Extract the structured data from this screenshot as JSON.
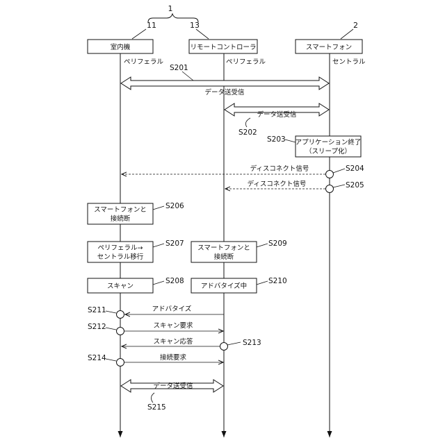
{
  "system_ref": "1",
  "devices": [
    {
      "ref": "11",
      "name": "室内機",
      "role": "ペリフェラル"
    },
    {
      "ref": "13",
      "name": "リモートコントローラ",
      "role": "ペリフェラル"
    },
    {
      "ref": "2",
      "name": "スマートフォン",
      "role": "セントラル"
    }
  ],
  "messages": {
    "s201": {
      "step": "S201",
      "label": "データ送受信"
    },
    "s202": {
      "step": "S202",
      "label": "データ送受信"
    },
    "s204": {
      "step": "S204",
      "label": "ディスコネクト信号"
    },
    "s205": {
      "step": "S205",
      "label": "ディスコネクト信号"
    },
    "s211": {
      "step": "S211",
      "label": "アドバタイズ"
    },
    "s212": {
      "step": "S212",
      "label": "スキャン要求"
    },
    "s213": {
      "step": "S213",
      "label": "スキャン応答"
    },
    "s214": {
      "step": "S214",
      "label": "接続要求"
    },
    "s215": {
      "step": "S215",
      "label": "データ送受信"
    }
  },
  "process_boxes": {
    "s203": {
      "step": "S203",
      "line1": "アプリケーション終了",
      "line2": "（スリープ化）"
    },
    "s206": {
      "step": "S206",
      "line1": "スマートフォンと",
      "line2": "接続断"
    },
    "s207": {
      "step": "S207",
      "line1": "ペリフェラル→",
      "line2": "セントラル移行"
    },
    "s208": {
      "step": "S208",
      "line1": "スキャン"
    },
    "s209": {
      "step": "S209",
      "line1": "スマートフォンと",
      "line2": "接続断"
    },
    "s210": {
      "step": "S210",
      "line1": "アドバタイズ中"
    }
  }
}
